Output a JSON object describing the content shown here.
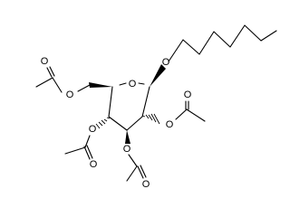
{
  "molecule": {
    "atom_labels": {
      "ring_oxygen": "O",
      "glycosidic_oxygen": "O",
      "c2_ester_oxygen": "O",
      "c2_carbonyl_oxygen": "O",
      "c3_ester_oxygen": "O",
      "c3_carbonyl_oxygen": "O",
      "c4_ester_oxygen": "O",
      "c4_carbonyl_oxygen": "O",
      "c6_ester_oxygen": "O",
      "c6_carbonyl_oxygen": "O"
    }
  }
}
